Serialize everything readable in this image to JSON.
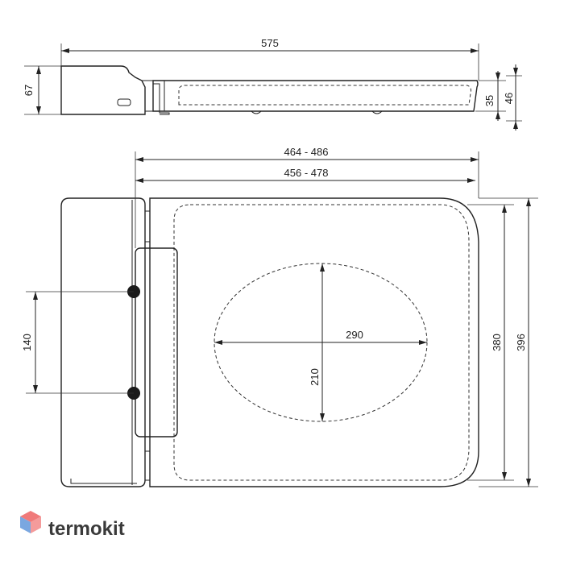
{
  "dimensions": {
    "total_length": "575",
    "tank_height": "67",
    "seat_thickness": "35",
    "seat_total_height": "46",
    "outer_length": "464 - 486",
    "inner_length": "456 - 478",
    "bolt_spacing": "140",
    "opening_width": "290",
    "opening_length": "210",
    "inner_width": "380",
    "outer_width": "396"
  },
  "brand": {
    "name": "termokit",
    "colors": {
      "top": "#f07a7a",
      "bottom": "#7aa7e0",
      "text": "#3a3a3a"
    }
  }
}
